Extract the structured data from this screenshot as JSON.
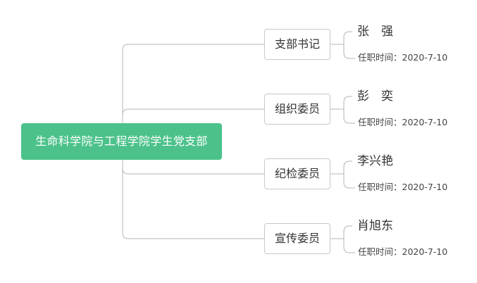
{
  "root": {
    "label": "生命科学院与工程学院学生党支部"
  },
  "branches": [
    {
      "role": "支部书记",
      "person": "张　强",
      "term": "任职时间：2020-7-10"
    },
    {
      "role": "组织委员",
      "person": "彭　奕",
      "term": "任职时间：2020-7-10"
    },
    {
      "role": "纪检委员",
      "person": "李兴艳",
      "term": "任职时间：2020-7-10"
    },
    {
      "role": "宣传委员",
      "person": "肖旭东",
      "term": "任职时间：2020-7-10"
    }
  ],
  "colors": {
    "root_fill": "#4cc28a",
    "connector": "#b5b5b5",
    "role_border": "#c8c8c8"
  }
}
